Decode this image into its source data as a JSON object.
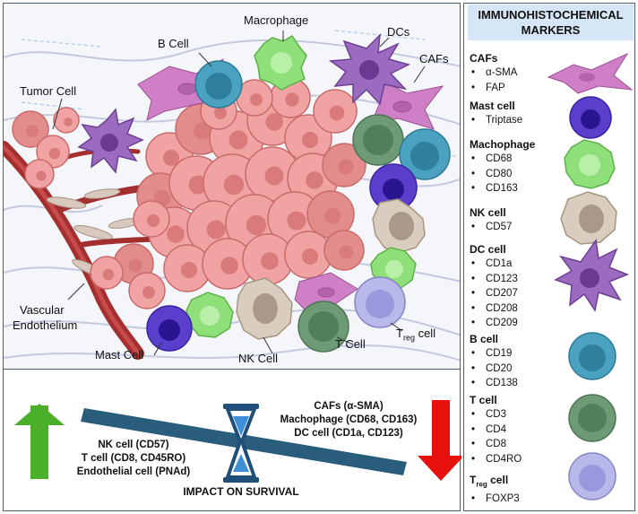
{
  "illustration": {
    "labels": {
      "macrophage": "Macrophage",
      "b_cell": "B Cell",
      "dcs": "DCs",
      "cafs": "CAFs",
      "tumor_cell": "Tumor Cell",
      "vascular_endothelium_1": "Vascular",
      "vascular_endothelium_2": "Endothelium",
      "mast_cell": "Mast Cell",
      "nk_cell": "NK Cell",
      "t_cell": "T Cell",
      "treg_main": "T",
      "treg_sub": "reg",
      "treg_suffix": " cell"
    },
    "colors": {
      "tumor": "#f1a3a3",
      "tumor_dark": "#c96b6b",
      "vessel": "#a32f2f",
      "caf": "#cf7fc6",
      "mast": "#5a3fcc",
      "macrophage": "#8fe07a",
      "dc": "#9b6bc0",
      "b_cell": "#4aa2c0",
      "t_cell": "#6f9a76",
      "treg": "#b9b8ea",
      "nk": "#d8cdbf"
    }
  },
  "markers_panel": {
    "title_line1": "IMMUNOHISTOCHEMICAL",
    "title_line2": "MARKERS",
    "groups": [
      {
        "name": "CAFs",
        "markers": [
          "α-SMA",
          "FAP"
        ]
      },
      {
        "name": "Mast cell",
        "markers": [
          "Triptase"
        ]
      },
      {
        "name": "Machophage",
        "markers": [
          "CD68",
          "CD80",
          "CD163"
        ]
      },
      {
        "name": "NK cell",
        "markers": [
          "CD57"
        ]
      },
      {
        "name": "DC cell",
        "markers": [
          "CD1a",
          "CD123",
          "CD207",
          "CD208",
          "CD209"
        ]
      },
      {
        "name": "B cell",
        "markers": [
          "CD19",
          "CD20",
          "CD138"
        ]
      },
      {
        "name": "T cell",
        "markers": [
          "CD3",
          "CD4",
          "CD8",
          "CD4RO"
        ]
      },
      {
        "name_main": "T",
        "name_sub": "reg",
        "name_suffix": " cell",
        "markers": [
          "FOXP3"
        ]
      }
    ]
  },
  "survival": {
    "positive_line1": "NK cell (CD57)",
    "positive_line2": "T cell (CD8, CD45RO)",
    "positive_line3": "Endothelial cell (PNAd)",
    "negative_line1": "CAFs (α-SMA)",
    "negative_line2": "Machophage (CD68, CD163)",
    "negative_line3": "DC cell (CD1a, CD123)",
    "caption": "IMPACT ON SURVIVAL",
    "colors": {
      "up_arrow": "#4caf2a",
      "down_arrow": "#e8100c",
      "beam": "#2a5d7c",
      "hourglass": "#1f4e79",
      "sand": "#3c8fd8"
    }
  }
}
